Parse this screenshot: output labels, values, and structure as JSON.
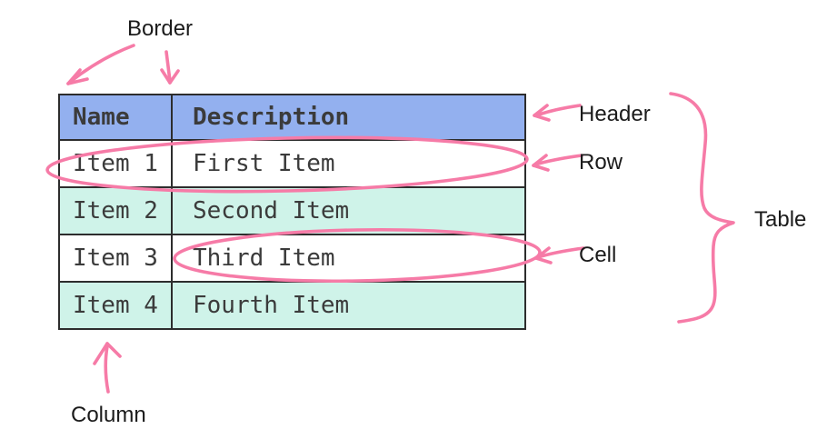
{
  "diagram": {
    "title_context": "table anatomy diagram",
    "annotations": {
      "border_label": "Border",
      "header_label": "Header",
      "row_label": "Row",
      "cell_label": "Cell",
      "table_label": "Table",
      "column_label": "Column"
    },
    "table": {
      "headers": [
        "Name",
        "Description"
      ],
      "rows": [
        {
          "name": "Item 1",
          "description": "First Item"
        },
        {
          "name": "Item 2",
          "description": "Second Item"
        },
        {
          "name": "Item 3",
          "description": "Third Item"
        },
        {
          "name": "Item 4",
          "description": "Fourth Item"
        }
      ]
    },
    "colors": {
      "annotation_pink": "#f67ba7",
      "header_blue": "#93b0ef",
      "row_teal": "#cff3e9",
      "table_border": "#2d2d2d",
      "table_text": "#3b3b3b",
      "label_text": "#1b1b1b",
      "background": "#ffffff"
    }
  }
}
